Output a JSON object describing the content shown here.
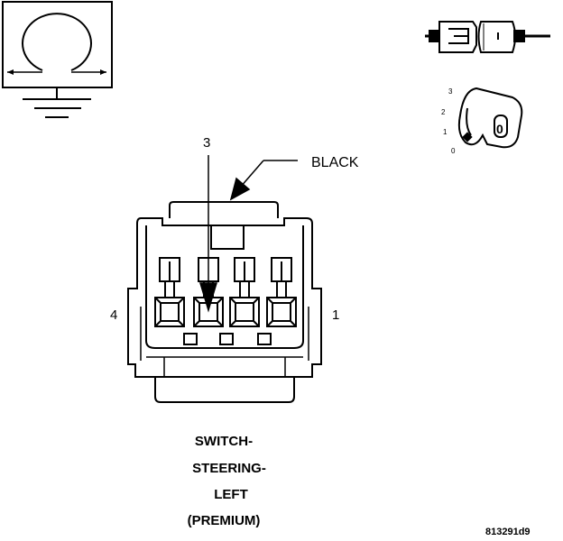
{
  "connector": {
    "callout": "BLACK",
    "pin_top": "3",
    "pin_left": "4",
    "pin_right": "1"
  },
  "ignition_switch": {
    "positions": [
      "3",
      "2",
      "1",
      "0"
    ],
    "key_label": "0"
  },
  "caption": {
    "line1": "SWITCH-",
    "line2": "STEERING-",
    "line3": "LEFT",
    "line4": "(PREMIUM)"
  },
  "figure_id": "813291d9",
  "colors": {
    "ink": "#000000",
    "paper": "#ffffff"
  }
}
